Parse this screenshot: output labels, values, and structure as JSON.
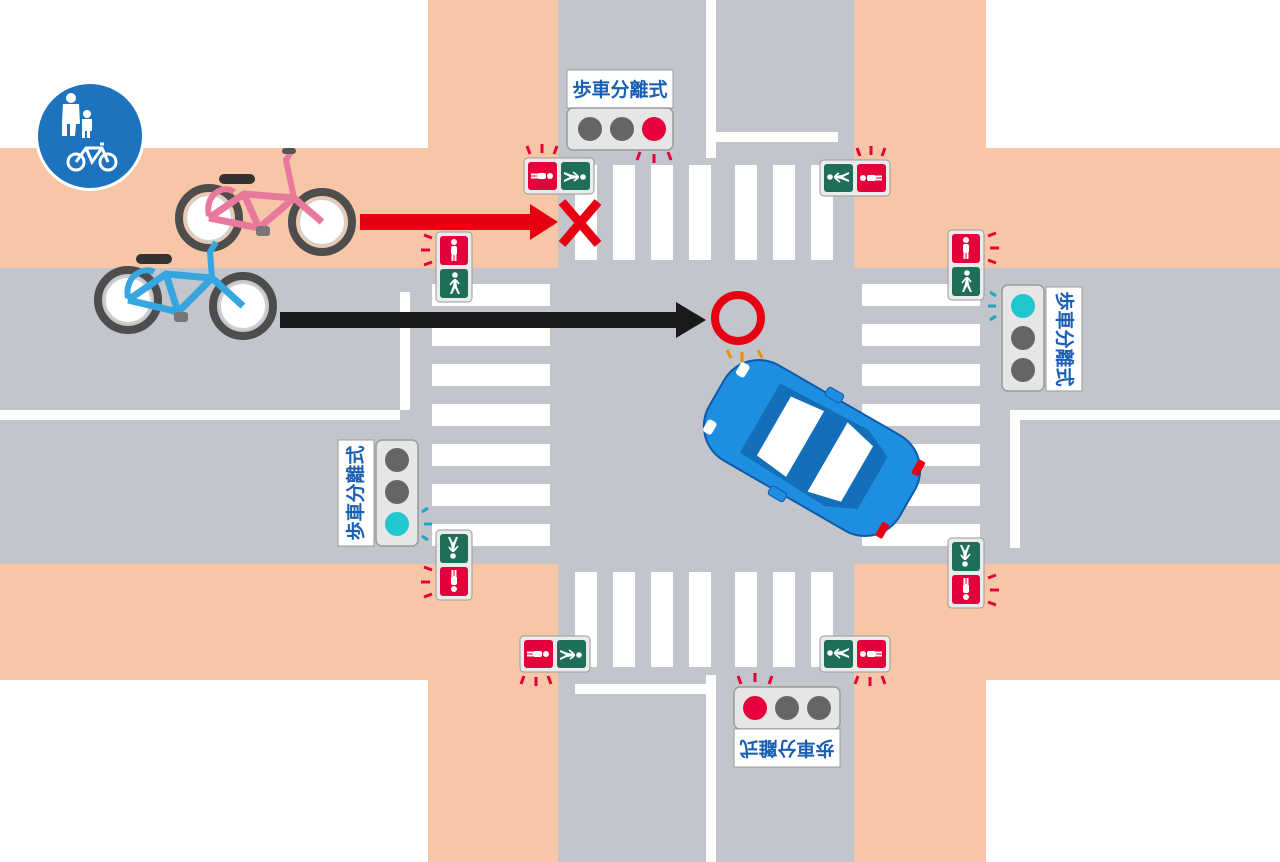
{
  "signals": {
    "label_top": "歩車分離式",
    "label_right": "歩車分離式",
    "label_left": "歩車分離式",
    "label_bottom": "歩車分離式"
  },
  "colors": {
    "road": "#c2c5cc",
    "sidewalk": "#f6c6a6",
    "lane_line": "#ffffff",
    "sign_blue": "#1e73be",
    "label_text": "#1a5fb4",
    "red_light": "#e8003d",
    "green_light": "#21c6cf",
    "ped_red": "#e4003a",
    "ped_green": "#1e6e5a",
    "arrow_red": "#e60012",
    "arrow_black": "#1a1a1a",
    "ok_circle": "#e60012",
    "car_blue": "#1e8fe0",
    "bike_pink": "#e8789c",
    "bike_blue": "#36a6e0"
  },
  "icons": {
    "sign": "pedestrian-bicycle-sign-icon",
    "ng_mark": "cross-icon",
    "ok_mark": "circle-icon"
  }
}
